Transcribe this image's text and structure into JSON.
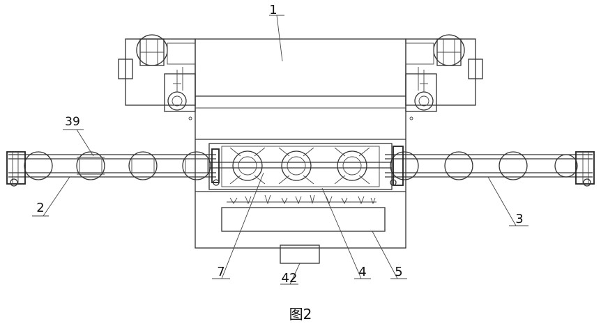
{
  "caption": "图2",
  "labels": {
    "l1": "1",
    "l39": "39",
    "l2": "2",
    "l3": "3",
    "l7": "7",
    "l42": "42",
    "l4": "4",
    "l5": "5"
  }
}
